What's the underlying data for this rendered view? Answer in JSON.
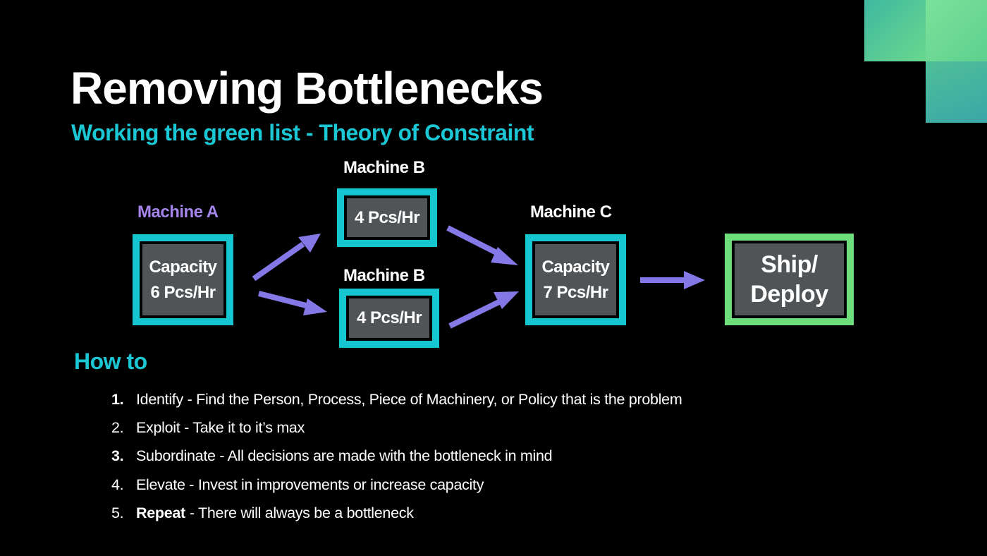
{
  "title": "Removing Bottlenecks",
  "subtitle": "Working the green list - Theory of Constraint",
  "colors": {
    "background": "#000000",
    "cyan": "#15c5cf",
    "green": "#6ede7c",
    "purple": "#a585ec",
    "arrow": "#8378e6",
    "box_fill": "#505457"
  },
  "diagram": {
    "machine_a": {
      "label": "Machine A",
      "line1": "Capacity",
      "line2": "6 Pcs/Hr"
    },
    "machine_b_top": {
      "label": "Machine B",
      "text": "4 Pcs/Hr"
    },
    "machine_b_bottom": {
      "label": "Machine B",
      "text": "4 Pcs/Hr"
    },
    "machine_c": {
      "label": "Machine C",
      "line1": "Capacity",
      "line2": "7 Pcs/Hr"
    },
    "ship": {
      "line1": "Ship/",
      "line2": "Deploy"
    }
  },
  "how_to": {
    "heading": "How to",
    "steps": [
      {
        "number": "1.",
        "keyword": "",
        "text": "Identify - Find the Person, Process, Piece of Machinery, or Policy that is the problem"
      },
      {
        "number": "2.",
        "keyword": "",
        "text": "Exploit - Take it to it’s max"
      },
      {
        "number": "3.",
        "keyword": "",
        "text": "Subordinate - All  decisions are made with the bottleneck in mind"
      },
      {
        "number": "4.",
        "keyword": "",
        "text": "Elevate - Invest in improvements or increase capacity"
      },
      {
        "number": "5.",
        "keyword": "Repeat",
        "text": "- There will always be a bottleneck"
      }
    ]
  }
}
